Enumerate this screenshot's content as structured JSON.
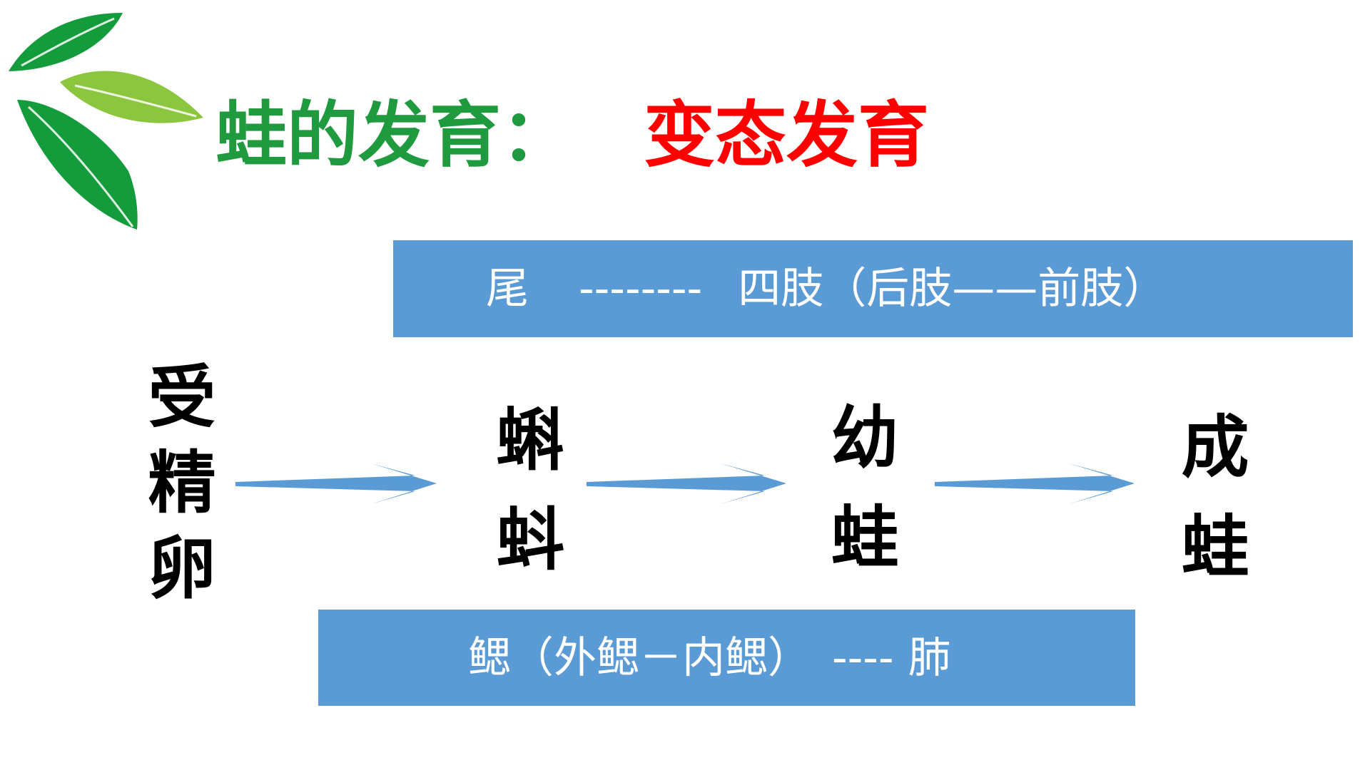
{
  "title": {
    "main": "蛙的发育：",
    "accent": "变态发育"
  },
  "top_bar": {
    "tail": "尾",
    "dashes": "--------",
    "limbs": "四肢（后肢——前肢）"
  },
  "stages": [
    {
      "chars": [
        "受",
        "精",
        "卵"
      ]
    },
    {
      "chars": [
        "蝌",
        "蚪"
      ]
    },
    {
      "chars": [
        "幼",
        "蛙"
      ]
    },
    {
      "chars": [
        "成",
        "蛙"
      ]
    }
  ],
  "bottom_bar": {
    "gills": "鳃（外鳃－内鳃）",
    "dashes": "----",
    "lung": "肺"
  },
  "colors": {
    "title_main": "#1f9a3e",
    "title_accent": "#ff0000",
    "bar_fill": "#5b9bd5",
    "arrow_fill": "#5b9bd5",
    "leaf_dark": "#149b3b",
    "leaf_light": "#8cc63f"
  }
}
